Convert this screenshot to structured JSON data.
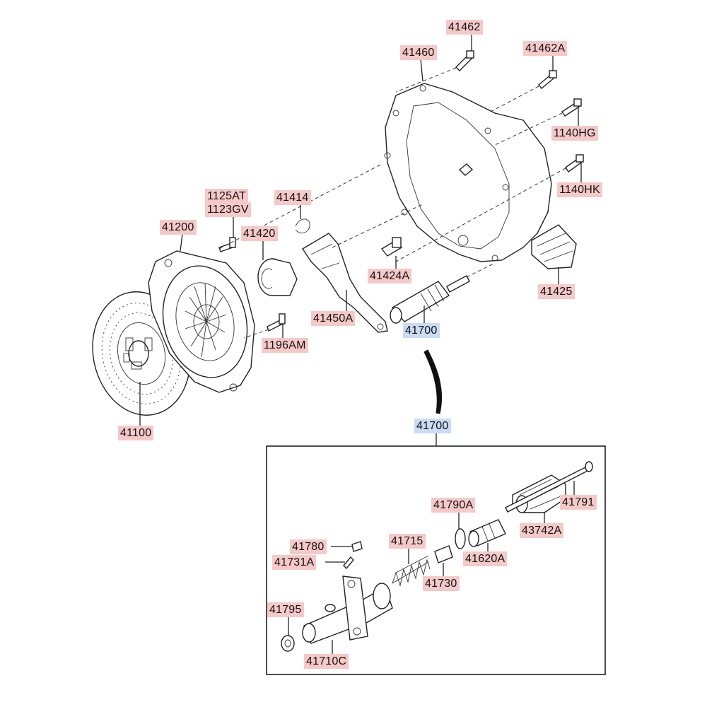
{
  "labels": {
    "p41462": "41462",
    "p41460": "41460",
    "p41462A": "41462A",
    "p1140HG": "1140HG",
    "p1140HK": "1140HK",
    "p1125AT": "1125AT",
    "p1123GV": "1123GV",
    "p41414": "41414",
    "p41200": "41200",
    "p41420": "41420",
    "p41424A": "41424A",
    "p41425": "41425",
    "p41450A": "41450A",
    "p41700_top": "41700",
    "p1196AM": "1196AM",
    "p41100": "41100",
    "p41700_box": "41700",
    "p41790A": "41790A",
    "p41791": "41791",
    "p41715": "41715",
    "p41780": "41780",
    "p41731A": "41731A",
    "p41620A": "41620A",
    "p43742A": "43742A",
    "p41730": "41730",
    "p41795": "41795",
    "p41710C": "41710C"
  },
  "colors": {
    "part_label_bg": "#f6c9c9",
    "assembly_label_bg": "#c9dcf3",
    "line": "#222222"
  }
}
